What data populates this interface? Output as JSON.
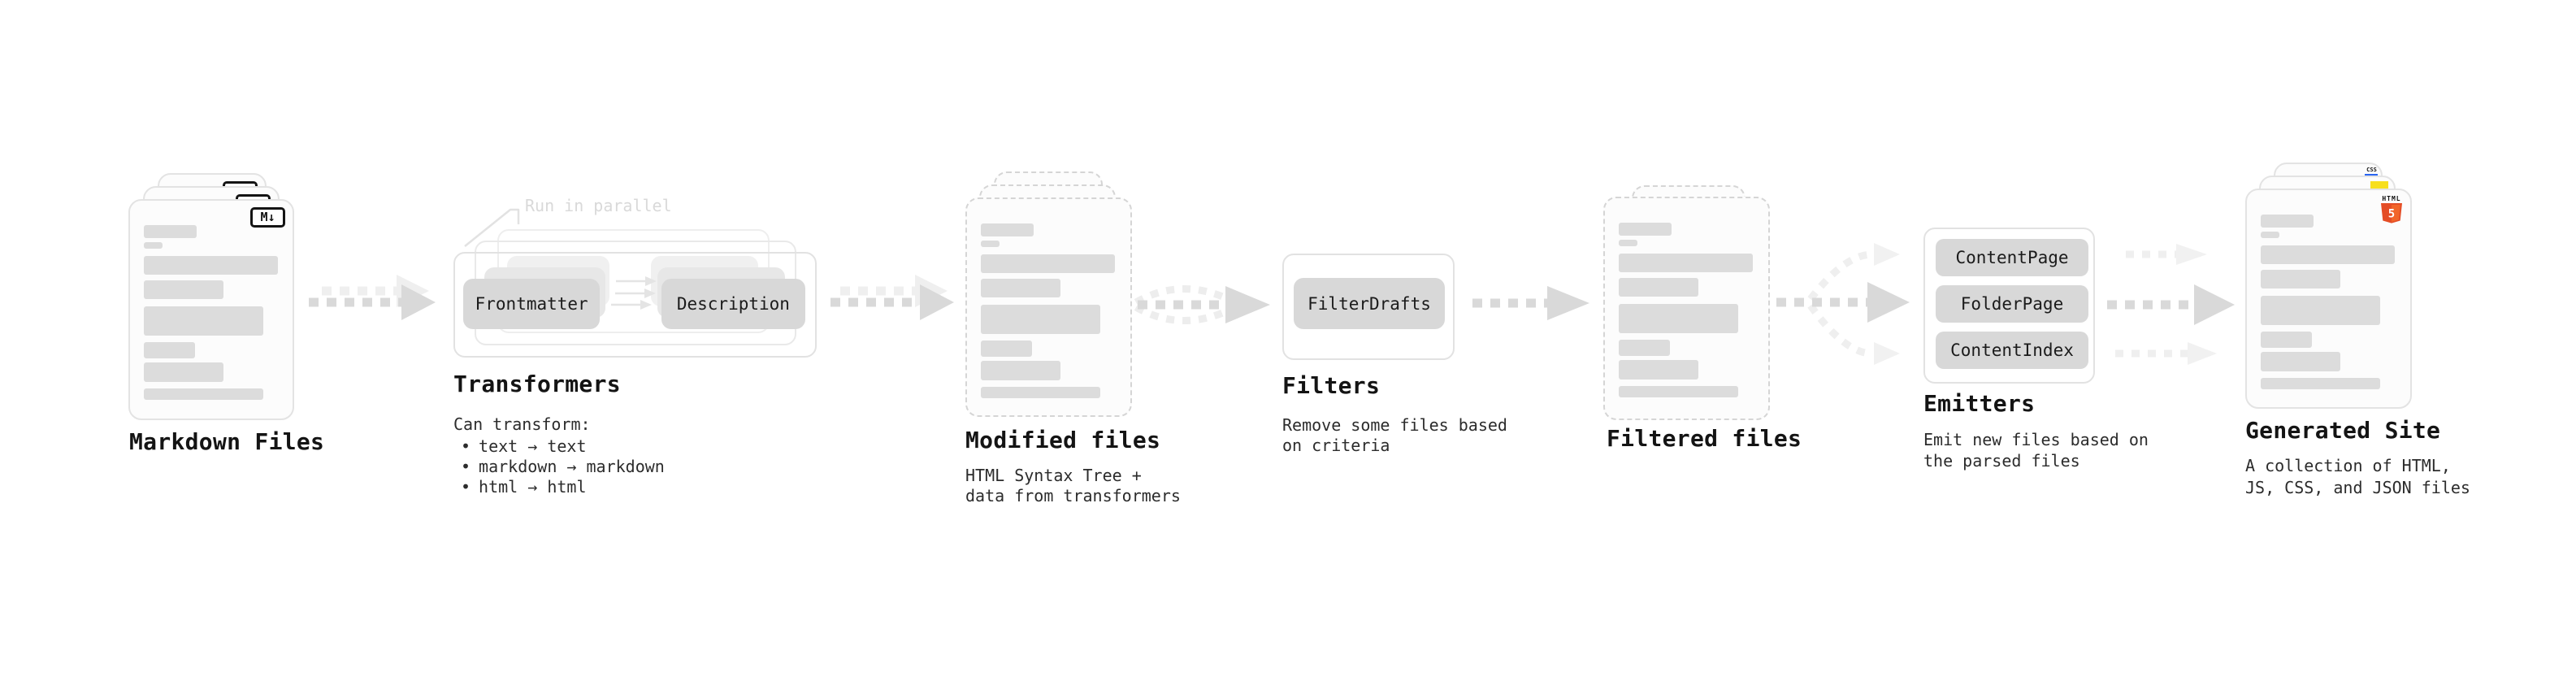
{
  "markdown_files": {
    "label": "Markdown Files",
    "icon_text": "M↓"
  },
  "transformers": {
    "label": "Transformers",
    "annotation": "Run in parallel",
    "boxes": [
      "Frontmatter",
      "Description"
    ],
    "list_heading": "Can transform:",
    "bullet": "•",
    "items": [
      "text → text",
      "markdown → markdown",
      "html → html"
    ]
  },
  "modified_files": {
    "label": "Modified files",
    "sublabel": "HTML Syntax Tree +\ndata from transformers"
  },
  "filters": {
    "label": "Filters",
    "box": "FilterDrafts",
    "sublabel": "Remove some files based\non criteria"
  },
  "filtered_files": {
    "label": "Filtered files"
  },
  "emitters": {
    "label": "Emitters",
    "boxes": [
      "ContentPage",
      "FolderPage",
      "ContentIndex"
    ],
    "sublabel": "Emit new files based on\nthe parsed files"
  },
  "generated_site": {
    "label": "Generated Site",
    "sublabel": "A collection of HTML,\nJS, CSS, and JSON files",
    "html5": {
      "word": "HTML",
      "digit": "5"
    },
    "css_word": "CSS"
  },
  "colors": {
    "html5_orange": "#e44d26",
    "html5_orange_light": "#f16529",
    "js_yellow": "#f7df1e",
    "css_blue": "#2965f1",
    "arrow_dark": "#d9d9d9",
    "arrow_light": "#efefef"
  }
}
